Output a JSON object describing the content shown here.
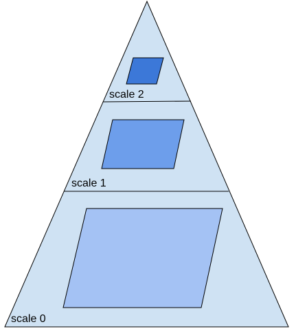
{
  "pyramid": {
    "fill_color": "#cfe2f3",
    "stroke_color": "#000000",
    "levels": [
      {
        "label": "scale 2",
        "patch_color": "#3c78d8"
      },
      {
        "label": "scale 1",
        "patch_color": "#6d9eeb"
      },
      {
        "label": "scale 0",
        "patch_color": "#a4c2f4"
      }
    ]
  }
}
